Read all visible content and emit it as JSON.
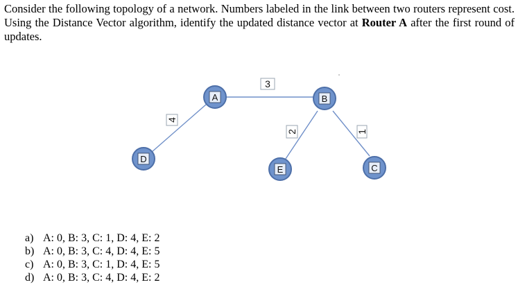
{
  "question": {
    "text_before": "Consider the following topology of a network. Numbers labeled in the link between two routers represent cost. Using the Distance Vector algorithm, identify the updated distance vector at ",
    "bold_text": "Router A",
    "text_after": " after the first round of updates."
  },
  "topology": {
    "nodes": [
      {
        "id": "A",
        "label": "A"
      },
      {
        "id": "B",
        "label": "B"
      },
      {
        "id": "C",
        "label": "C"
      },
      {
        "id": "D",
        "label": "D"
      },
      {
        "id": "E",
        "label": "E"
      }
    ],
    "links": [
      {
        "from": "A",
        "to": "B",
        "cost": "3"
      },
      {
        "from": "A",
        "to": "D",
        "cost": "4"
      },
      {
        "from": "B",
        "to": "E",
        "cost": "2"
      },
      {
        "from": "B",
        "to": "C",
        "cost": "1"
      }
    ]
  },
  "options": [
    {
      "letter": "a)",
      "text": "A: 0, B: 3, C: 1, D: 4, E: 2"
    },
    {
      "letter": "b)",
      "text": "A: 0, B: 3, C: 4, D: 4, E: 5"
    },
    {
      "letter": "c)",
      "text": "A: 0, B: 3, C: 1, D: 4, E: 5"
    },
    {
      "letter": "d)",
      "text": "A: 0, B: 3, C: 4, D: 4, E: 2"
    }
  ]
}
